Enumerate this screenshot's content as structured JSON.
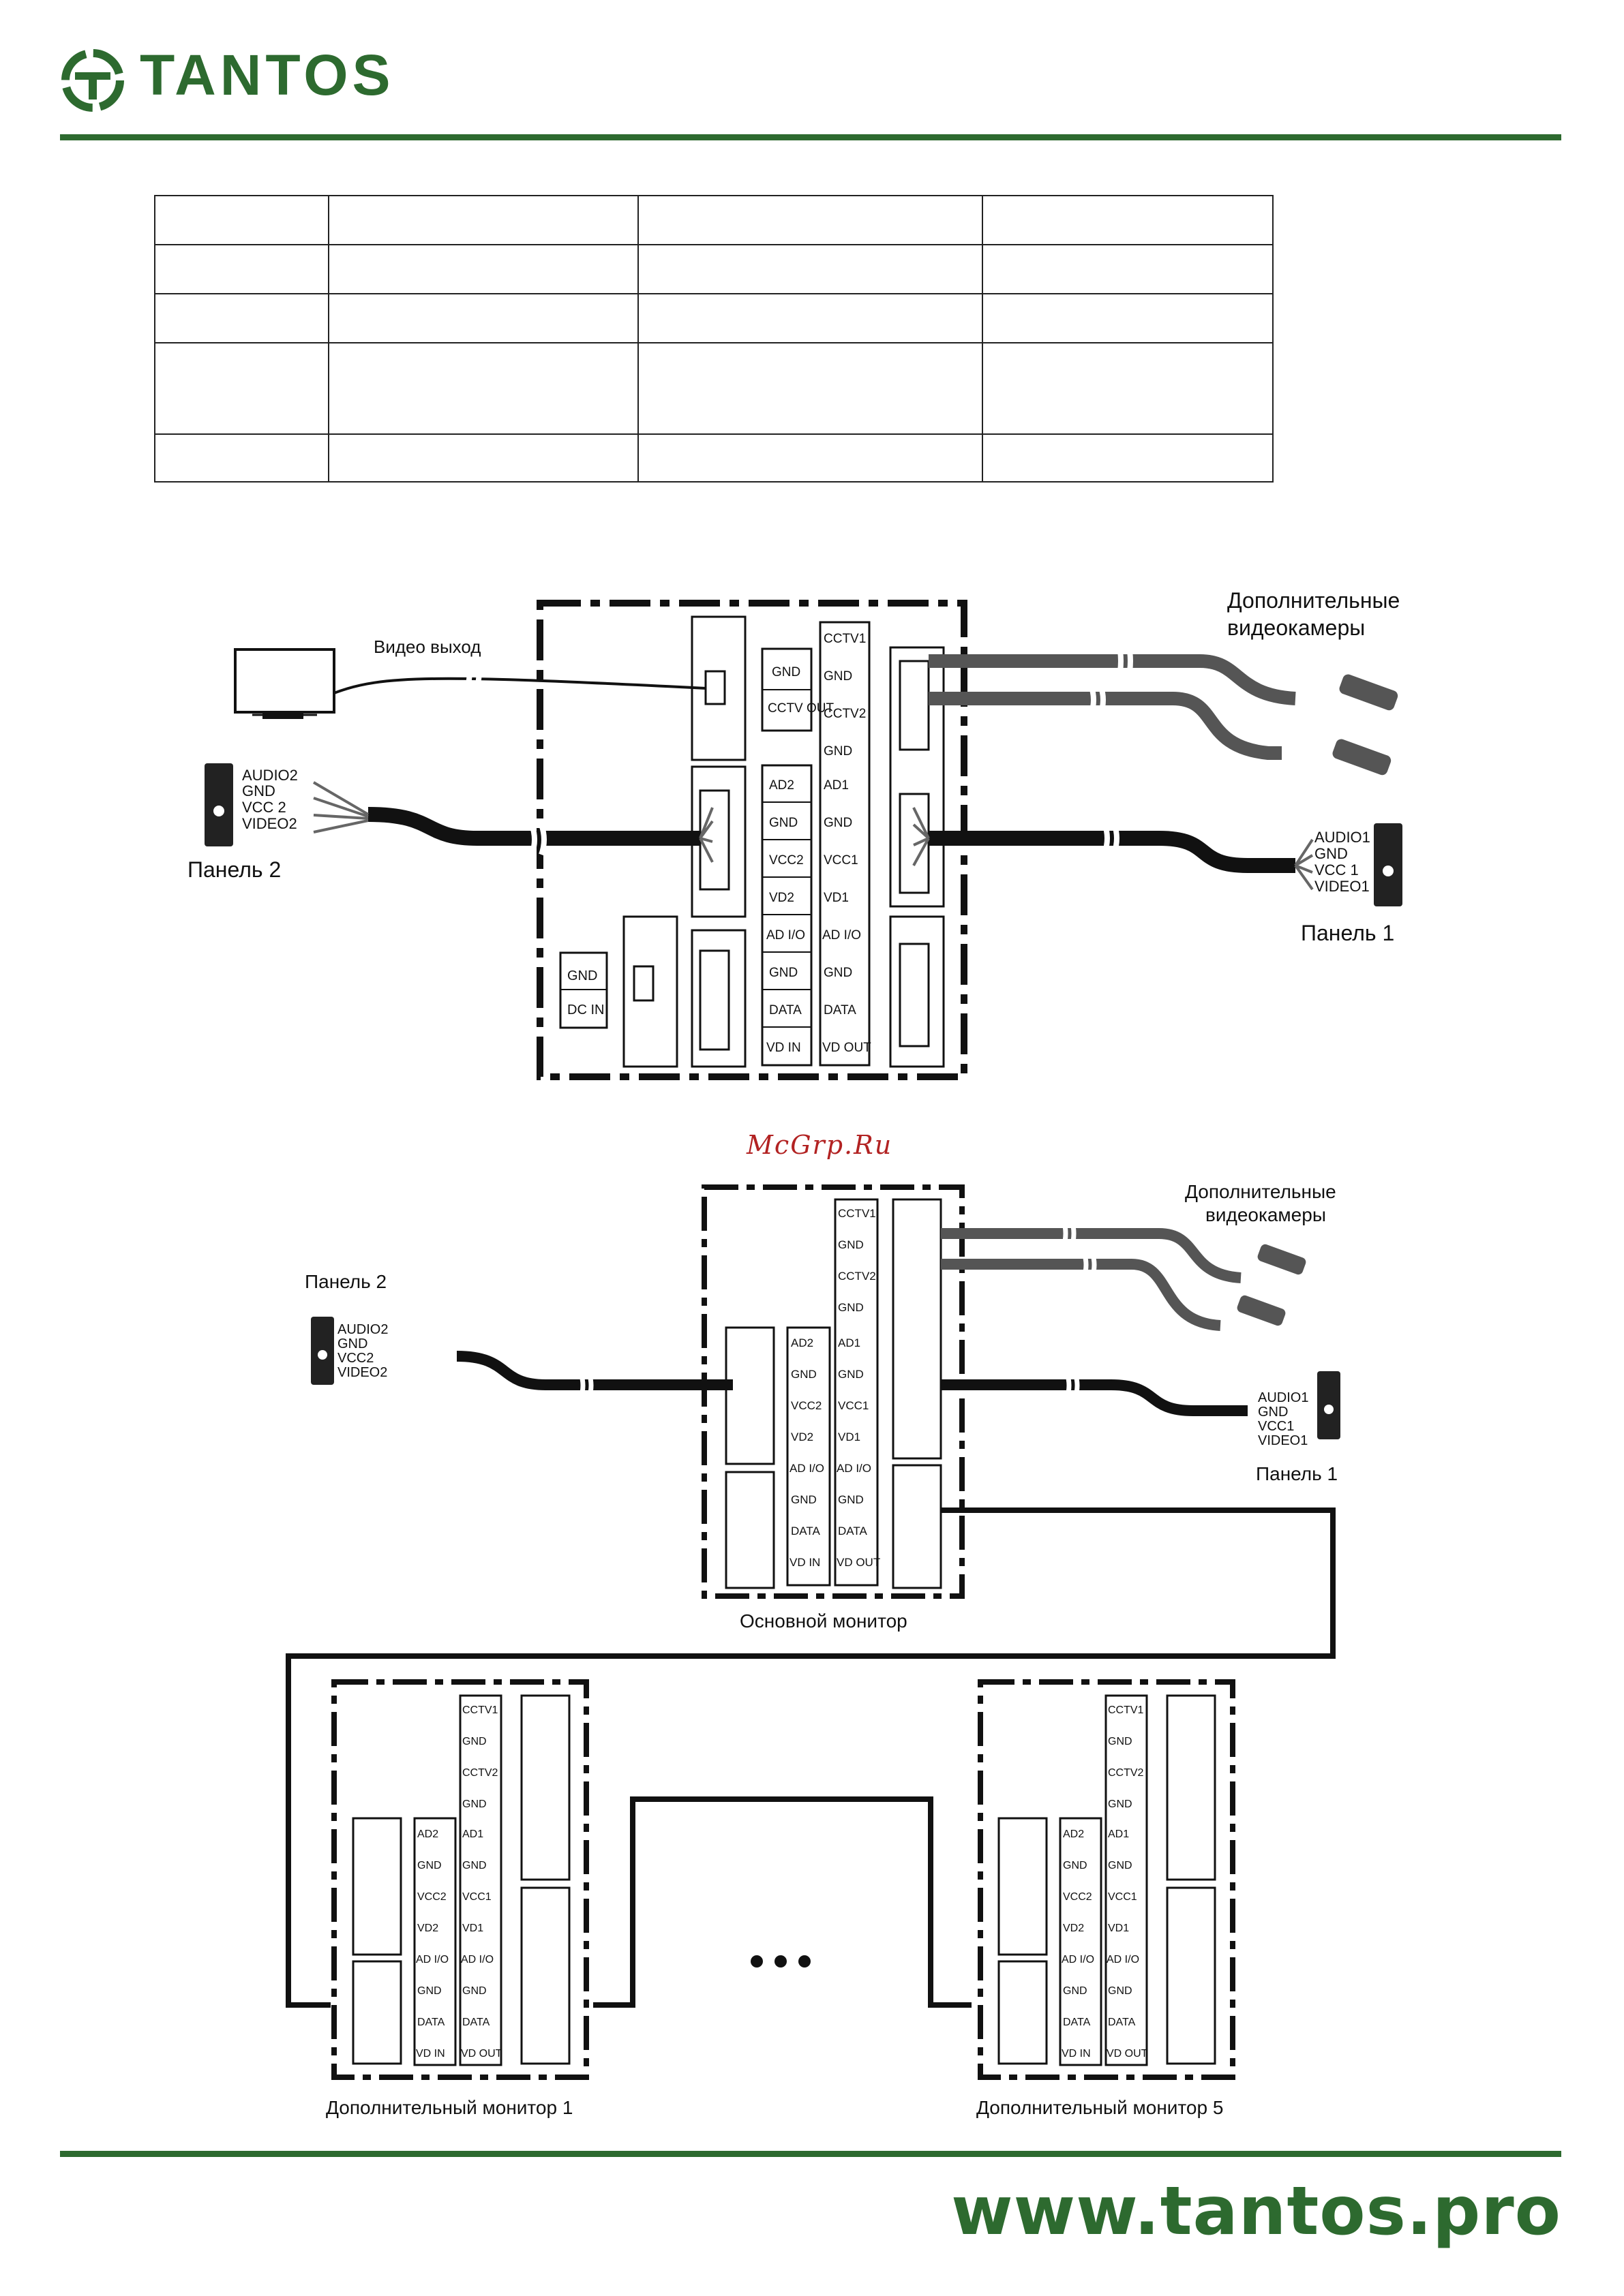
{
  "brand": {
    "name": "TANTOS",
    "color": "#2d6a2f",
    "logo_icon": "tantos-ring-icon"
  },
  "footer": {
    "url": "www.tantos.pro"
  },
  "watermark": "McGrp.Ru",
  "table": {
    "rows": 5,
    "cols": 4
  },
  "diagram1": {
    "video_out": "Видео выход",
    "extra_cameras": "Дополнительные видеокамеры",
    "panel2": {
      "label": "Панель 2",
      "pins": [
        "AUDIO2",
        "GND",
        "VCC 2",
        "VIDEO2"
      ]
    },
    "panel1": {
      "label": "Панель 1",
      "pins": [
        "AUDIO1",
        "GND",
        "VCC 1",
        "VIDEO1"
      ]
    },
    "power": [
      "GND",
      "DC IN"
    ],
    "cctv_mid": [
      "GND",
      "CCTV OUT"
    ],
    "col_left": [
      "AD2",
      "GND",
      "VCC2",
      "VD2",
      "AD I/O",
      "GND",
      "DATA",
      "VD IN"
    ],
    "col_right": [
      "CCTV1",
      "GND",
      "CCTV2",
      "GND",
      "AD1",
      "GND",
      "VCC1",
      "VD1",
      "AD I/O",
      "GND",
      "DATA",
      "VD OUT"
    ]
  },
  "diagram2": {
    "extra_cameras": "Дополнительные видеокамеры",
    "panel2": {
      "label": "Панель 2",
      "pins": [
        "AUDIO2",
        "GND",
        "VCC2",
        "VIDEO2"
      ]
    },
    "panel1": {
      "label": "Панель 1",
      "pins": [
        "AUDIO1",
        "GND",
        "VCC1",
        "VIDEO1"
      ]
    },
    "main_monitor": "Основной монитор",
    "extra_monitor_1": "Дополнительный монитор 1",
    "extra_monitor_5": "Дополнительный монитор 5",
    "col_left": [
      "AD2",
      "GND",
      "VCC2",
      "VD2",
      "AD I/O",
      "GND",
      "DATA",
      "VD IN"
    ],
    "col_right": [
      "CCTV1",
      "GND",
      "CCTV2",
      "GND",
      "AD1",
      "GND",
      "VCC1",
      "VD1",
      "AD I/O",
      "GND",
      "DATA",
      "VD OUT"
    ]
  }
}
